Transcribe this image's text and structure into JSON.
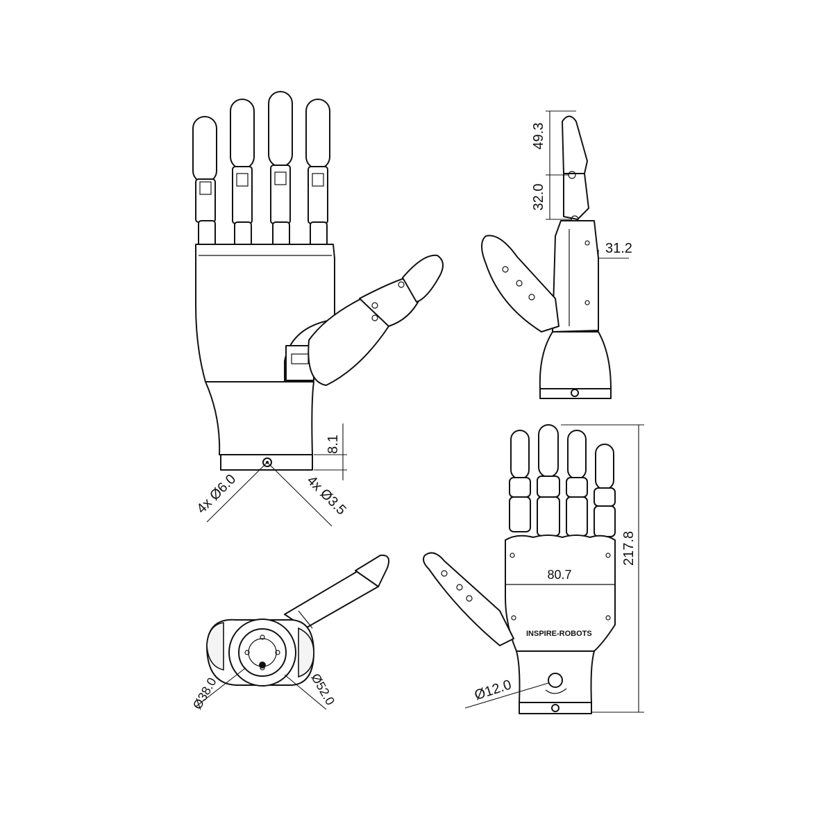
{
  "dimensions": {
    "fingertip_length": "49.3",
    "finger_segment": "32.0",
    "palm_thickness": "31.2",
    "base_height": "8.1",
    "holes_large": "4x Ø6.0",
    "holes_small": "4x Ø3.5",
    "total_length": "217.8",
    "palm_width": "80.7",
    "inner_diameter": "Ø38.0",
    "outer_diameter": "Ø52.0",
    "pin_diameter": "Ø12.0"
  },
  "brand_mark": "INSPIRE-ROBOTS",
  "colors": {
    "line": "#111111",
    "background": "#ffffff"
  }
}
